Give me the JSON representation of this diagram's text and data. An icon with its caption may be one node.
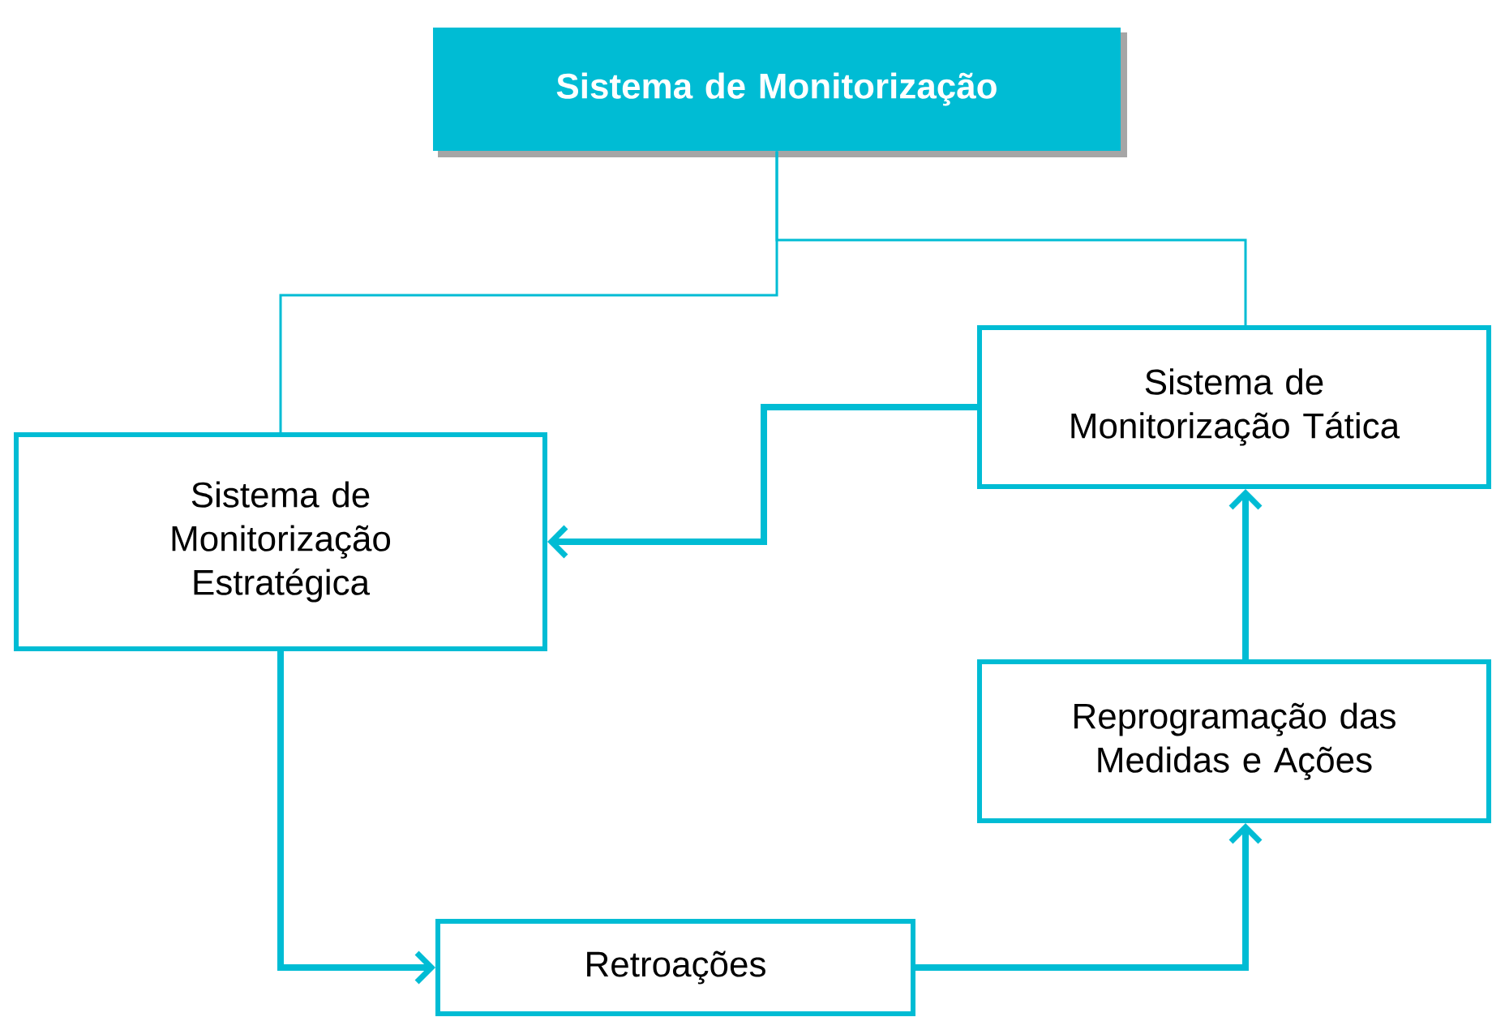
{
  "diagram": {
    "nodes": [
      {
        "text": [
          "Sistema de Monitorização"
        ]
      },
      {
        "text": [
          "Sistema de Monitorização Estratégica"
        ]
      },
      {
        "text": [
          "Sistema de Monitorização Tática"
        ]
      },
      {
        "text": [
          "Reprogramação das Medidas e Ações"
        ]
      },
      {
        "text": [
          "Retroações"
        ]
      }
    ],
    "edges": [
      {
        "from": 0,
        "to": 1,
        "arrow": "none"
      },
      {
        "from": 0,
        "to": 2,
        "arrow": "none"
      },
      {
        "from": 2,
        "to": 1,
        "arrow": "to"
      },
      {
        "from": 1,
        "to": 4,
        "arrow": "to"
      },
      {
        "from": 4,
        "to": 3,
        "arrow": "to"
      },
      {
        "from": 3,
        "to": 2,
        "arrow": "to"
      }
    ]
  }
}
